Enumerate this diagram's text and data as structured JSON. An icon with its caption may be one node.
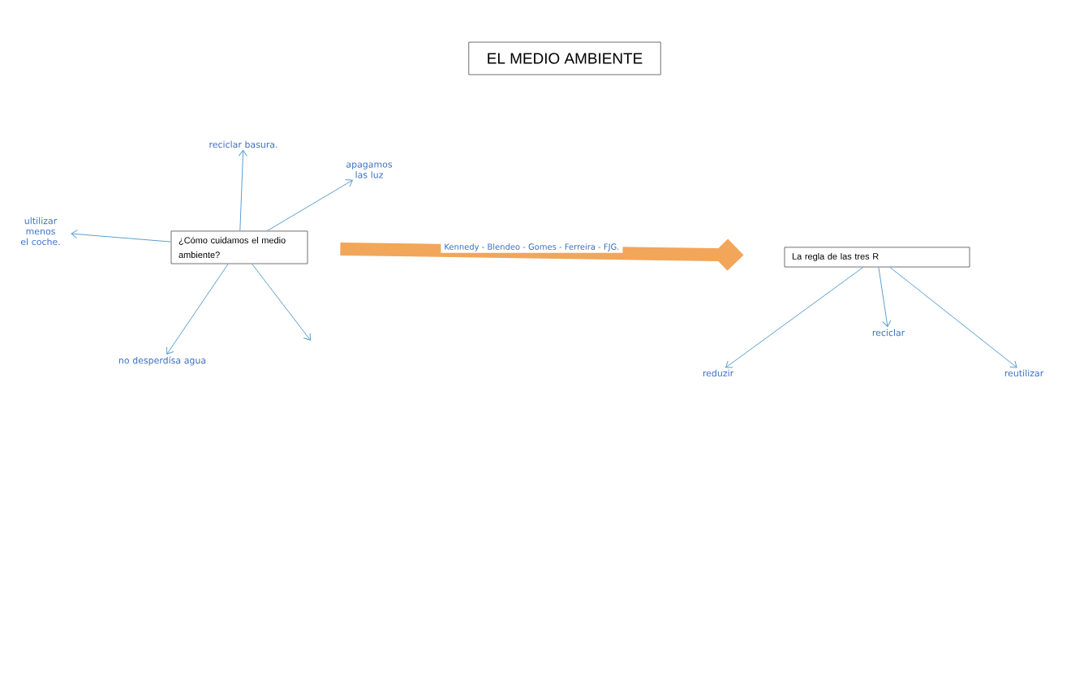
{
  "diagram": {
    "title": "EL MEDIO AMBIENTE",
    "nodes": [
      {
        "text": [
          "¿Cómo cuidamos el medio ambiente?"
        ]
      },
      {
        "text": [
          "reciclar basura."
        ]
      },
      {
        "text": [
          "apagamos las luz"
        ]
      },
      {
        "text": [
          "ultilizar menos el coche."
        ]
      },
      {
        "text": [
          "no desperdísa agua"
        ]
      },
      {
        "text": [
          "La regla de las tres R"
        ]
      },
      {
        "text": [
          "reduzir"
        ]
      },
      {
        "text": [
          "reciclar"
        ]
      },
      {
        "text": [
          "reutilizar"
        ]
      }
    ],
    "edges": [
      {
        "from": 0,
        "to": 1,
        "arrow": "to"
      },
      {
        "from": 0,
        "to": 2,
        "arrow": "to"
      },
      {
        "from": 0,
        "to": 3,
        "arrow": "to"
      },
      {
        "from": 0,
        "to": 4,
        "arrow": "to"
      },
      {
        "from": 0,
        "to": null,
        "arrow": "to"
      },
      {
        "from": 0,
        "to": 5,
        "arrow": "to",
        "label": "Kennedy - Blendeo - Gomes - Ferreira - FJG.",
        "style": "thick",
        "color": "#f2a65a"
      },
      {
        "from": 5,
        "to": 6,
        "arrow": "to"
      },
      {
        "from": 5,
        "to": 7,
        "arrow": "to"
      },
      {
        "from": 5,
        "to": 8,
        "arrow": "to"
      }
    ]
  }
}
